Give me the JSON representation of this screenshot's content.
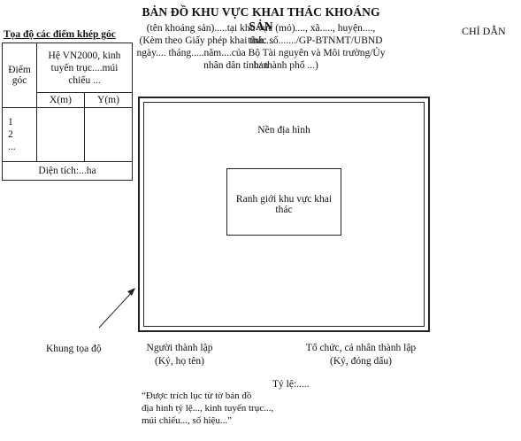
{
  "header": {
    "title": "BẢN ĐỒ KHU VỰC KHAI THÁC KHOÁNG SẢN",
    "line1": "(tên khoáng sản).....tại khu vực (mỏ)...., xã....., huyện...., tỉnh....",
    "line2": "(Kèm theo Giấy phép khai thác số......./GP-BTNMT/UBND",
    "line3": "ngày.... tháng.....năm....của Bộ Tài nguyên và Môi trường/Ủy ban",
    "line4": "nhân dân tỉnh/ thành phố ...)"
  },
  "legend_title": "CHỈ DẪN",
  "coord_table": {
    "heading": "Tọa độ các điểm khép góc",
    "point_header_1": "Điểm",
    "point_header_2": "góc",
    "system_1": "Hệ VN2000, kinh",
    "system_2": "tuyến trục....múi",
    "system_3": "chiếu ...",
    "col_x": "X(m)",
    "col_y": "Y(m)",
    "points": [
      "1",
      "2",
      "..."
    ],
    "area": "Diện tích:...ha"
  },
  "map": {
    "terrain_label": "Nền địa hình",
    "boundary_label": "Ranh giới khu vực khai thác"
  },
  "frame_label": "Khung tọa độ",
  "signatures": {
    "left_title": "Người thành lập",
    "left_sub": "(Ký, họ tên)",
    "right_title": "Tổ chức, cá nhân thành lập",
    "right_sub": "(Ký, đóng dấu)"
  },
  "scale_label": "Tỷ lệ:.....",
  "note": {
    "line1": "“Được trích lục từ tờ  bản đồ",
    "line2": "địa hình tỷ lệ..., kinh tuyến trục...,",
    "line3": "múi chiếu..., số hiệu...”"
  }
}
